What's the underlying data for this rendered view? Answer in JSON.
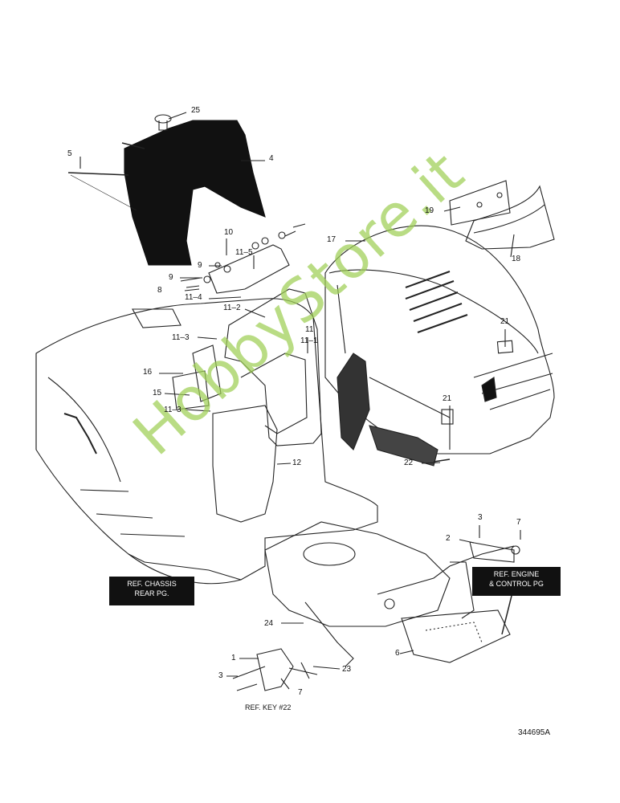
{
  "diagram": {
    "callouts": [
      {
        "id": "c25",
        "text": "25"
      },
      {
        "id": "c5",
        "text": "5"
      },
      {
        "id": "c4",
        "text": "4"
      },
      {
        "id": "c10",
        "text": "10"
      },
      {
        "id": "c11_5",
        "text": "11–5"
      },
      {
        "id": "c9a",
        "text": "9"
      },
      {
        "id": "c9b",
        "text": "9"
      },
      {
        "id": "c8",
        "text": "8"
      },
      {
        "id": "c11_4",
        "text": "11–4"
      },
      {
        "id": "c11_2",
        "text": "11–2"
      },
      {
        "id": "c11_3a",
        "text": "11–3"
      },
      {
        "id": "c11",
        "text": "11"
      },
      {
        "id": "c11_1",
        "text": "11–1"
      },
      {
        "id": "c16",
        "text": "16"
      },
      {
        "id": "c15",
        "text": "15"
      },
      {
        "id": "c11_3b",
        "text": "11–3"
      },
      {
        "id": "c12",
        "text": "12"
      },
      {
        "id": "c17",
        "text": "17"
      },
      {
        "id": "c19",
        "text": "19"
      },
      {
        "id": "c18",
        "text": "18"
      },
      {
        "id": "c21a",
        "text": "21"
      },
      {
        "id": "c21b",
        "text": "21"
      },
      {
        "id": "c22",
        "text": "22"
      },
      {
        "id": "c3a",
        "text": "3"
      },
      {
        "id": "c7a",
        "text": "7"
      },
      {
        "id": "c2",
        "text": "2"
      },
      {
        "id": "c24",
        "text": "24"
      },
      {
        "id": "c1",
        "text": "1"
      },
      {
        "id": "c3b",
        "text": "3"
      },
      {
        "id": "c23",
        "text": "23"
      },
      {
        "id": "c7b",
        "text": "7"
      },
      {
        "id": "c6",
        "text": "6"
      }
    ],
    "ref_chassis": {
      "line1": "REF. CHASSIS",
      "line2": "REAR PG."
    },
    "ref_engine": {
      "line1": "REF. ENGINE",
      "line2": "& CONTROL PG"
    },
    "ref_key": "REF. KEY #22",
    "drawing_number": "344695A"
  },
  "watermark": {
    "text": "HobbyStore.it",
    "color": "#9fcf56"
  }
}
